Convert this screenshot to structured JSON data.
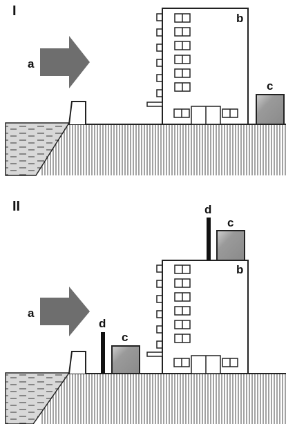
{
  "panels": [
    {
      "label": "I",
      "labels": {
        "arrow": "a",
        "building": "b",
        "box_right": "c"
      }
    },
    {
      "label": "II",
      "labels": {
        "arrow": "a",
        "building": "b",
        "box_roof": "c",
        "bar_roof": "d",
        "box_ground": "c",
        "bar_ground": "d"
      }
    }
  ],
  "colors": {
    "arrow": "#6e6e6e",
    "box_fill": "#9a9a9a",
    "water": "#6a6a6a",
    "stroke": "#222222",
    "hatch": "#444444"
  }
}
